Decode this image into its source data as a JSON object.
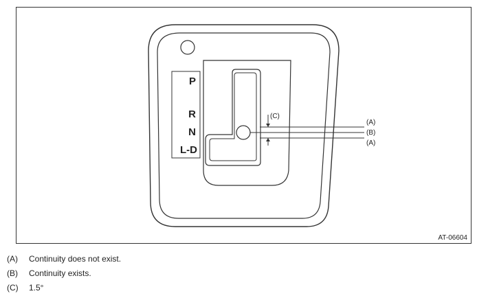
{
  "figure_code": "AT-06604",
  "gear_positions": [
    "P",
    "R",
    "N",
    "L-D"
  ],
  "callouts": {
    "a_top": "(A)",
    "b": "(B)",
    "a_bottom": "(A)",
    "c": "(C)"
  },
  "legend": [
    {
      "key": "(A)",
      "text": "Continuity does not exist."
    },
    {
      "key": "(B)",
      "text": "Continuity exists."
    },
    {
      "key": "(C)",
      "text": "1.5°"
    }
  ]
}
